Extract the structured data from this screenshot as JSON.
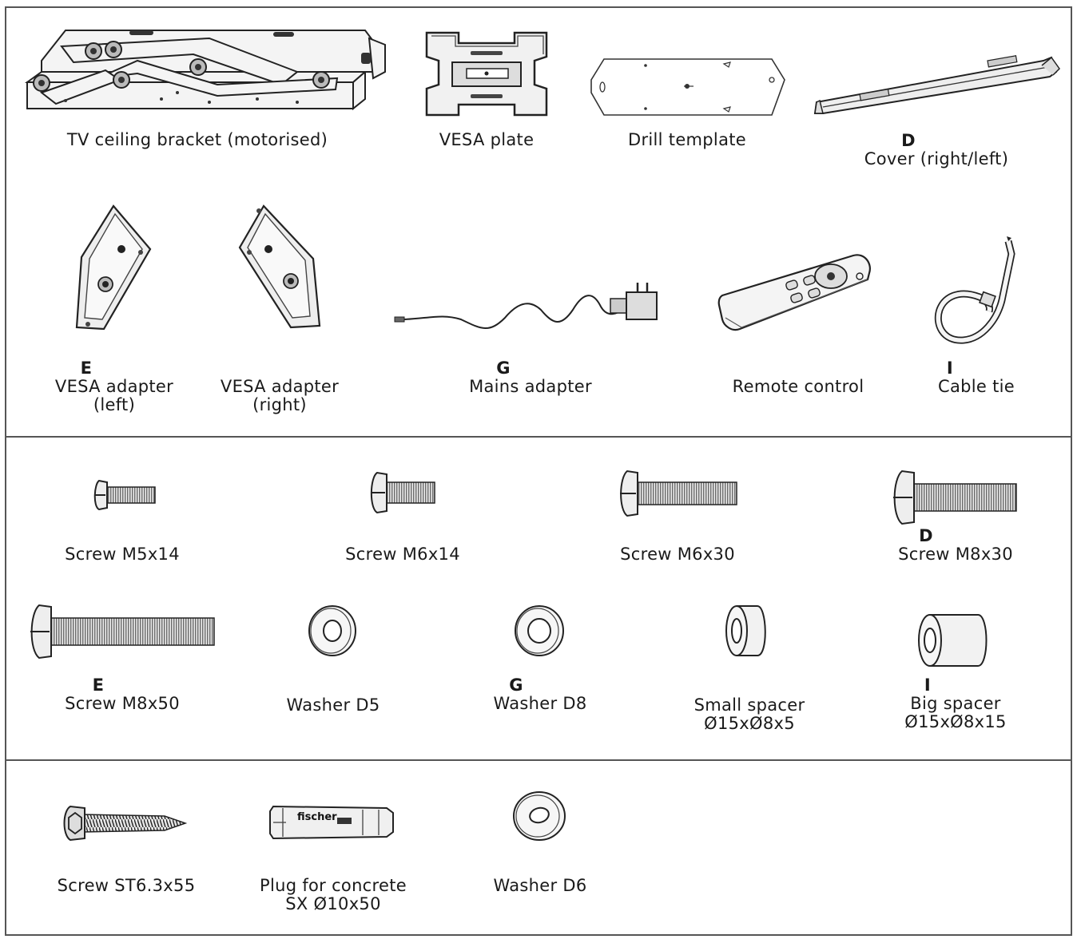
{
  "section1": {
    "items": [
      {
        "letter": "",
        "line1": "TV ceiling bracket (motorised)",
        "line2": "",
        "icon": "ceiling-bracket"
      },
      {
        "letter": "",
        "line1": "VESA plate",
        "line2": "",
        "icon": "vesa-plate"
      },
      {
        "letter": "",
        "line1": "Drill template",
        "line2": "",
        "icon": "drill-template"
      },
      {
        "letter": "D",
        "line1": "Cover (right/left)",
        "line2": "",
        "icon": "cover"
      },
      {
        "letter": "E",
        "line1": "VESA adapter",
        "line2": "(left)",
        "icon": "vesa-adapter-left"
      },
      {
        "letter": "",
        "line1": "VESA adapter",
        "line2": "(right)",
        "icon": "vesa-adapter-right"
      },
      {
        "letter": "G",
        "line1": "Mains adapter",
        "line2": "",
        "icon": "mains-adapter"
      },
      {
        "letter": "",
        "line1": "Remote control",
        "line2": "",
        "icon": "remote-control"
      },
      {
        "letter": "I",
        "line1": "Cable tie",
        "line2": "",
        "icon": "cable-tie"
      }
    ]
  },
  "section2": {
    "items": [
      {
        "letter": "",
        "line1": "Screw M5x14",
        "line2": "",
        "icon": "screw"
      },
      {
        "letter": "",
        "line1": "Screw M6x14",
        "line2": "",
        "icon": "screw"
      },
      {
        "letter": "",
        "line1": "Screw M6x30",
        "line2": "",
        "icon": "screw"
      },
      {
        "letter": "D",
        "line1": "Screw M8x30",
        "line2": "",
        "icon": "screw"
      },
      {
        "letter": "E",
        "line1": "Screw M8x50",
        "line2": "",
        "icon": "screw"
      },
      {
        "letter": "",
        "line1": "Washer D5",
        "line2": "",
        "icon": "washer"
      },
      {
        "letter": "G",
        "line1": "Washer D8",
        "line2": "",
        "icon": "washer"
      },
      {
        "letter": "",
        "line1": "Small spacer",
        "line2": "Ø15xØ8x5",
        "icon": "spacer"
      },
      {
        "letter": "I",
        "line1": "Big spacer",
        "line2": "Ø15xØ8x15",
        "icon": "spacer"
      }
    ]
  },
  "section3": {
    "items": [
      {
        "letter": "",
        "line1": "Screw ST6.3x55",
        "line2": "",
        "icon": "wood-screw"
      },
      {
        "letter": "",
        "line1": "Plug for concrete",
        "line2": "SX Ø10x50",
        "icon": "wall-plug"
      },
      {
        "letter": "",
        "line1": "Washer D6",
        "line2": "",
        "icon": "washer"
      }
    ],
    "plug_brand": "fischer"
  }
}
